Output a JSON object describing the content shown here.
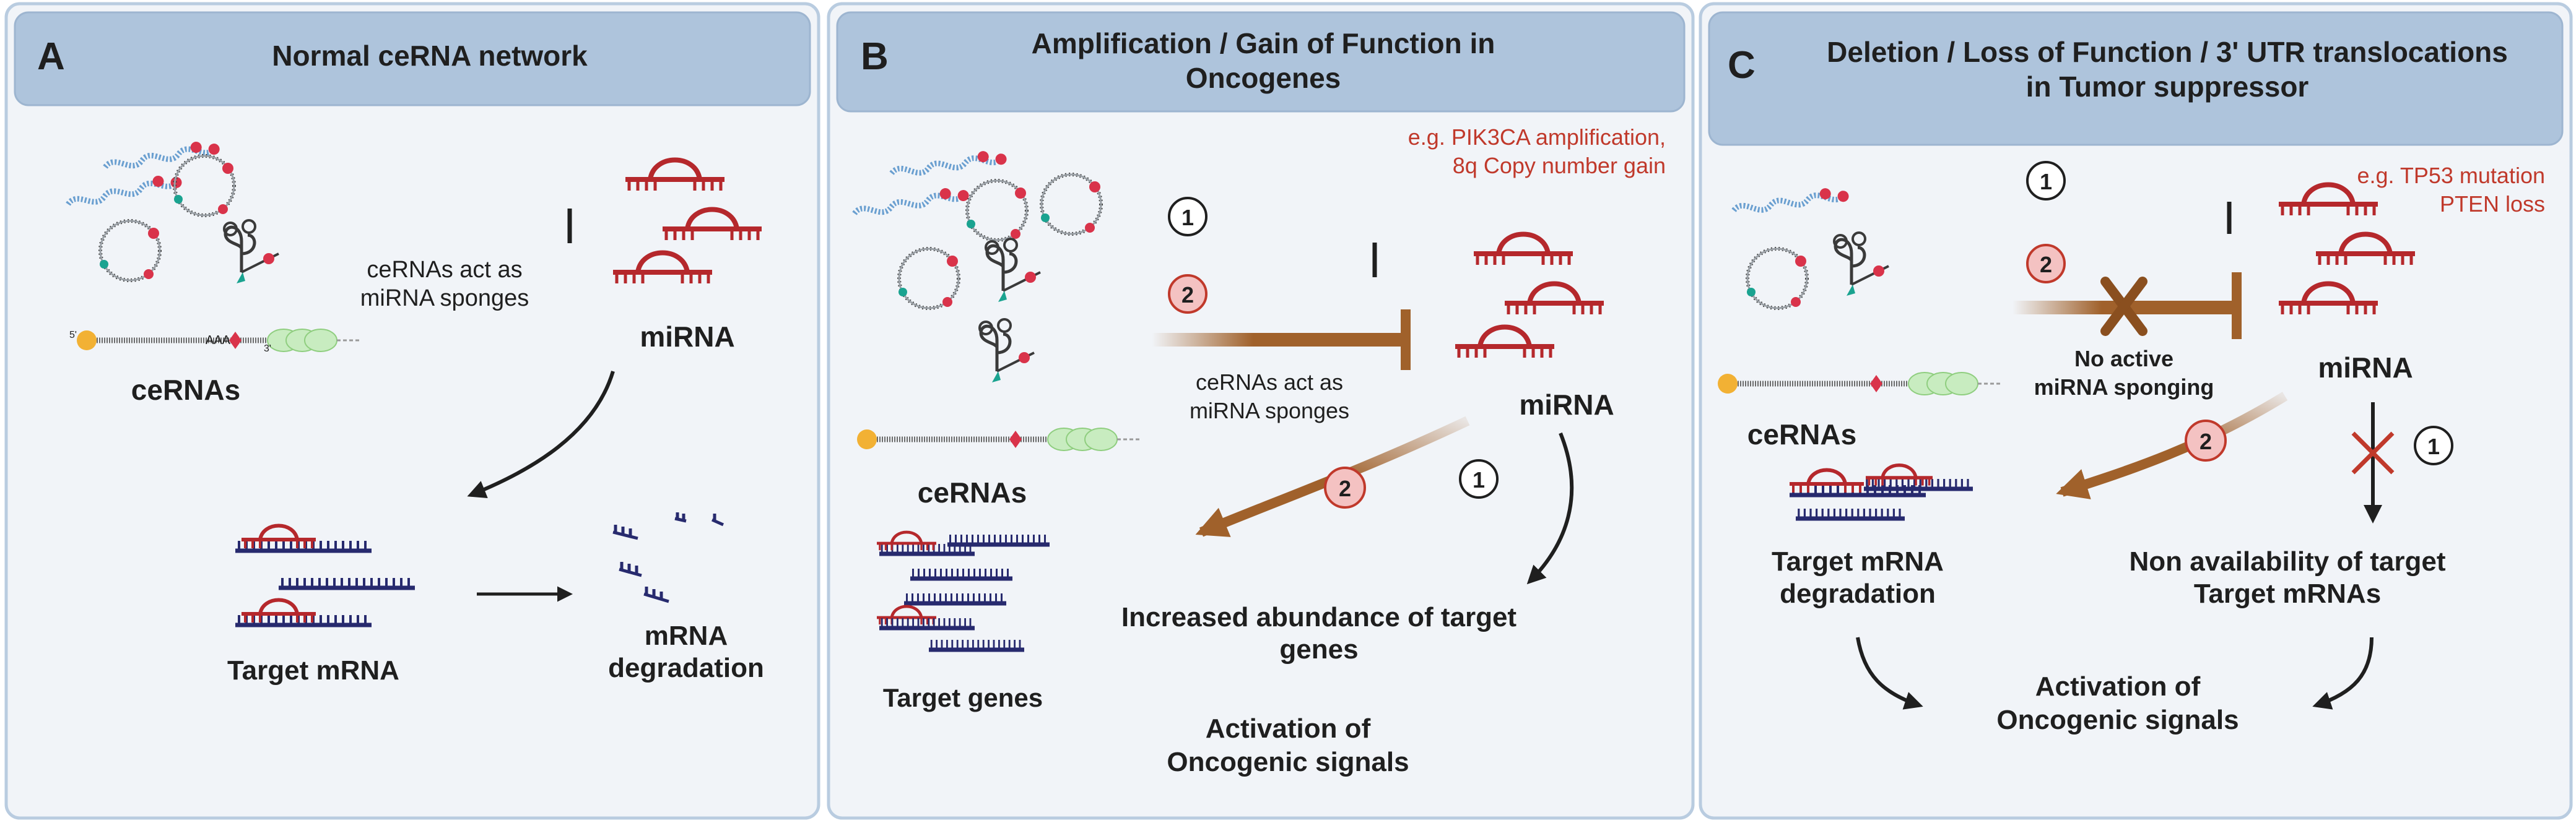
{
  "panels": [
    {
      "letter": "A",
      "header": [
        "Normal ceRNA network"
      ],
      "ceRNA_label": "ceRNAs",
      "sponge_label": [
        "ceRNAs act as",
        "miRNA sponges"
      ],
      "mirna_label": "miRNA",
      "target_label": "Target mRNA",
      "degradation_label": [
        "mRNA",
        "degradation"
      ],
      "five_prime": "5'",
      "three_prime": "3'",
      "polyA": "AAA"
    },
    {
      "letter": "B",
      "header": [
        "Amplification / Gain of Function in",
        "Oncogenes"
      ],
      "example": [
        "e.g. PIK3CA amplification,",
        "8q Copy number gain"
      ],
      "ceRNA_label": "ceRNAs",
      "sponge_label": [
        "ceRNAs act as",
        "miRNA sponges"
      ],
      "mirna_label": "miRNA",
      "increased_label": [
        "Increased abundance of target",
        "genes"
      ],
      "target_genes_label": "Target genes",
      "activation_label": [
        "Activation of",
        "Oncogenic signals"
      ],
      "num1": "1",
      "num2": "2"
    },
    {
      "letter": "C",
      "header": [
        "Deletion / Loss of Function / 3' UTR translocations",
        "in Tumor suppressor"
      ],
      "example": [
        "e.g. TP53 mutation",
        "PTEN loss"
      ],
      "ceRNA_label": "ceRNAs",
      "no_sponge_label": [
        "No active",
        "miRNA sponging"
      ],
      "mirna_label": "miRNA",
      "target_degradation_label": [
        "Target mRNA",
        "degradation"
      ],
      "non_availability_label": [
        "Non availability of target",
        "Target mRNAs"
      ],
      "activation_label": [
        "Activation of",
        "Oncogenic signals"
      ],
      "num1": "1",
      "num2": "2"
    }
  ],
  "colors": {
    "panel_bg": "#f1f4f8",
    "panel_border": "#b9cce0",
    "header_bg": "#aec4dc",
    "mirna_red": "#b5282c",
    "mrna_navy": "#272a6e",
    "arrow_brown": "#a0612b",
    "example_red": "#c0392b",
    "num2_fill": "#f4c2c2"
  }
}
